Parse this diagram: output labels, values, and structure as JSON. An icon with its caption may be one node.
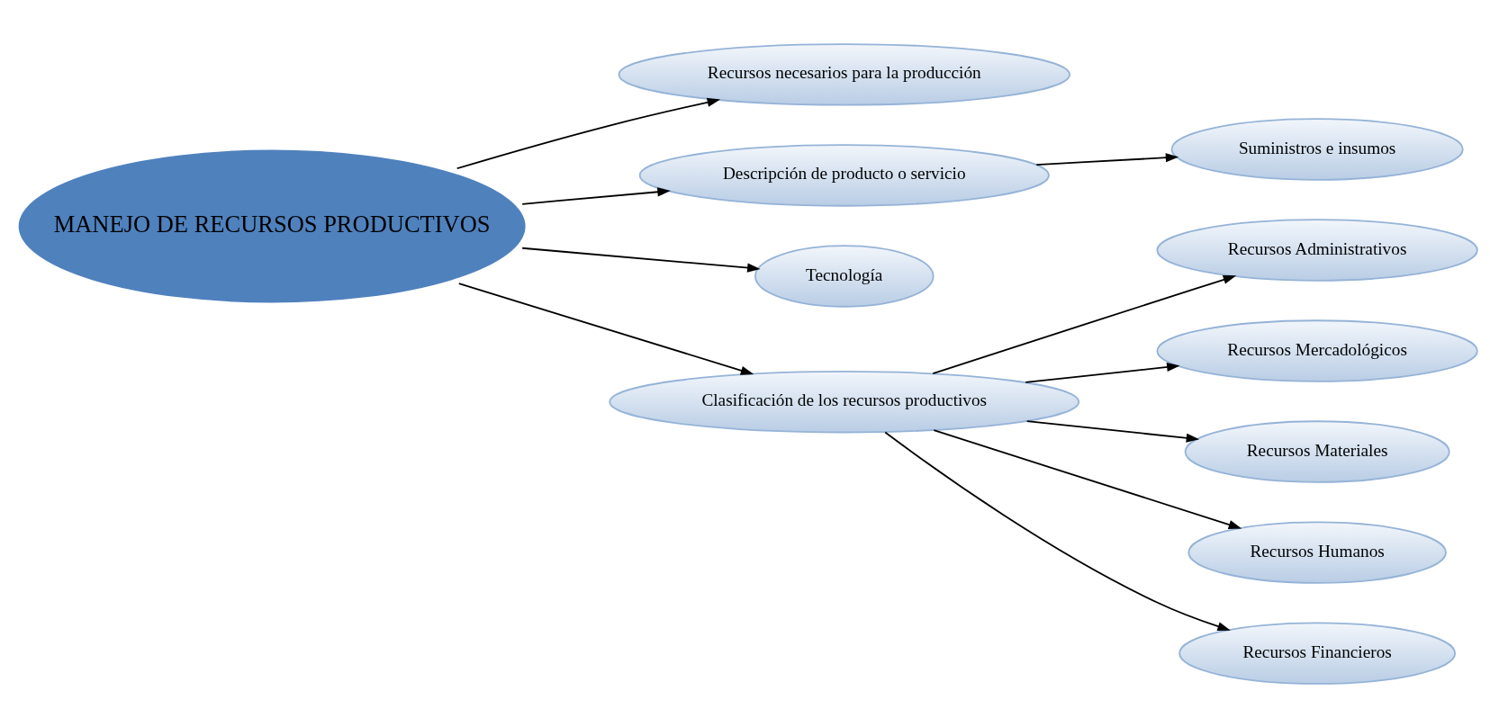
{
  "diagram": {
    "nodes": [
      {
        "text": [
          "MANEJO DE RECURSOS PRODUCTIVOS"
        ]
      },
      {
        "text": [
          "Recursos necesarios para la producción"
        ]
      },
      {
        "text": [
          "Suministros e insumos"
        ]
      },
      {
        "text": [
          "Descripción de producto o servicio"
        ]
      },
      {
        "text": [
          "Tecnología"
        ]
      },
      {
        "text": [
          "Clasificación de los recursos productivos"
        ]
      },
      {
        "text": [
          "Recursos Administrativos"
        ]
      },
      {
        "text": [
          "Recursos Mercadológicos"
        ]
      },
      {
        "text": [
          "Recursos Materiales"
        ]
      },
      {
        "text": [
          "Recursos Humanos"
        ]
      },
      {
        "text": [
          "Recursos Financieros"
        ]
      }
    ],
    "edges": [
      {
        "from": 0,
        "to": 1,
        "arrow": "to"
      },
      {
        "from": 0,
        "to": 3,
        "arrow": "to"
      },
      {
        "from": 3,
        "to": 2,
        "arrow": "to"
      },
      {
        "from": 0,
        "to": 4,
        "arrow": "to"
      },
      {
        "from": 0,
        "to": 5,
        "arrow": "to"
      },
      {
        "from": 5,
        "to": 6,
        "arrow": "to"
      },
      {
        "from": 5,
        "to": 7,
        "arrow": "to"
      },
      {
        "from": 5,
        "to": 8,
        "arrow": "to"
      },
      {
        "from": 5,
        "to": 9,
        "arrow": "to"
      },
      {
        "from": 5,
        "to": 10,
        "arrow": "to"
      }
    ]
  }
}
